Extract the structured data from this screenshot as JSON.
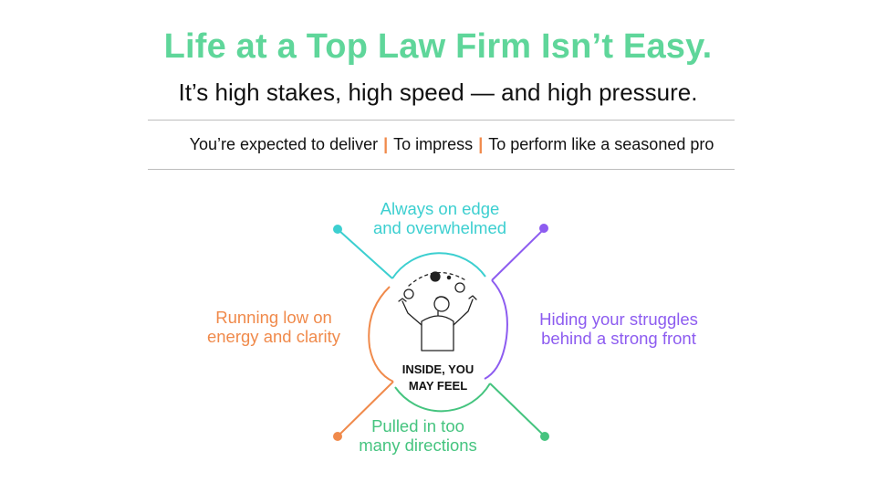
{
  "title": "Life at a Top Law Firm Isn’t Easy.",
  "subtitle": "It’s high stakes, high speed — and high pressure.",
  "expectations": {
    "items": [
      "You’re expected to deliver",
      "To impress",
      "To perform like a seasoned pro"
    ],
    "separator": "|"
  },
  "center": {
    "line1": "INSIDE, YOU",
    "line2": "MAY FEEL",
    "icon": "juggling-person-icon"
  },
  "feelings": {
    "top": {
      "line1": "Always on edge",
      "line2": "and overwhelmed"
    },
    "left": {
      "line1": "Running low on",
      "line2": "energy and clarity"
    },
    "right": {
      "line1": "Hiding your struggles",
      "line2": "behind a strong front"
    },
    "bottom": {
      "line1": "Pulled in too",
      "line2": "many directions"
    }
  },
  "colors": {
    "title": "#5fd69a",
    "top": "#3ccfd0",
    "left": "#f08a4b",
    "right": "#8d5cf0",
    "bottom": "#45c47f",
    "separator": "#f08a4b"
  }
}
